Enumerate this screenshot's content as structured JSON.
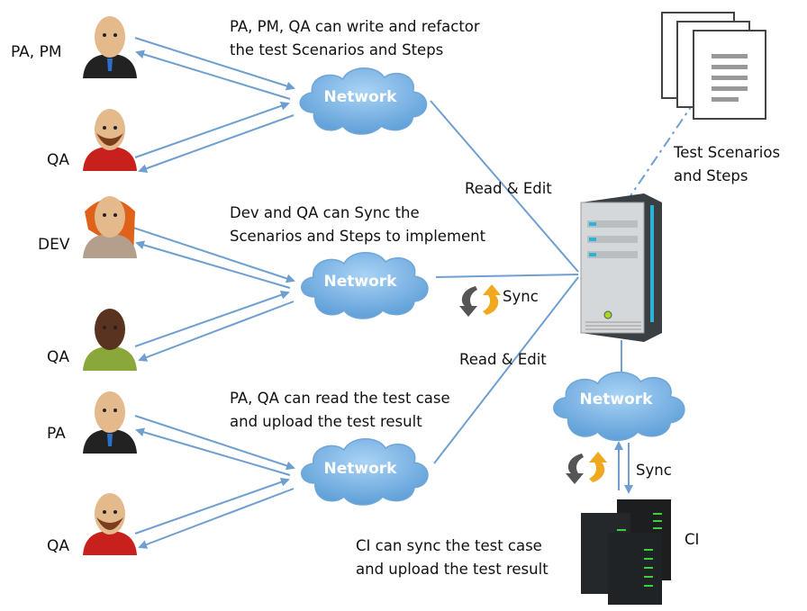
{
  "actors": [
    {
      "label": "PA, PM",
      "shirt": "#222222",
      "accent": "#2a6fc9",
      "hair": "none"
    },
    {
      "label": "QA",
      "shirt": "#c8201c",
      "accent": "#7a3e1c",
      "hair": "beard"
    },
    {
      "label": "DEV",
      "shirt": "#b49e8c",
      "accent": "#e0621a",
      "hair": "long"
    },
    {
      "label": "QA",
      "shirt": "#8aa83a",
      "accent": "#4a2a18",
      "hair": "dark"
    },
    {
      "label": "PA",
      "shirt": "#222222",
      "accent": "#2a6fc9",
      "hair": "none"
    },
    {
      "label": "QA",
      "shirt": "#c8201c",
      "accent": "#7a3e1c",
      "hair": "beard"
    }
  ],
  "networks": {
    "label": "Network"
  },
  "captions": {
    "group1": [
      "PA, PM, QA can write and refactor",
      "the test Scenarios and Steps"
    ],
    "group2": [
      "Dev and QA can Sync the",
      "Scenarios and Steps to implement"
    ],
    "group3": [
      "PA, QA can read the test case",
      "and upload the test result"
    ],
    "ci": [
      "CI can sync the test case",
      "and upload the test result"
    ]
  },
  "links": {
    "read_edit_1": "Read & Edit",
    "sync_1": "Sync",
    "read_edit_2": "Read & Edit",
    "sync_2": "Sync"
  },
  "documents": {
    "label": [
      "Test Scenarios",
      "and Steps"
    ]
  },
  "ci": {
    "label": "CI"
  },
  "colors": {
    "line": "#6f9fd0",
    "cloud": "#8ec2ee",
    "sync_dark": "#555555",
    "sync_orange": "#f0a81e"
  }
}
